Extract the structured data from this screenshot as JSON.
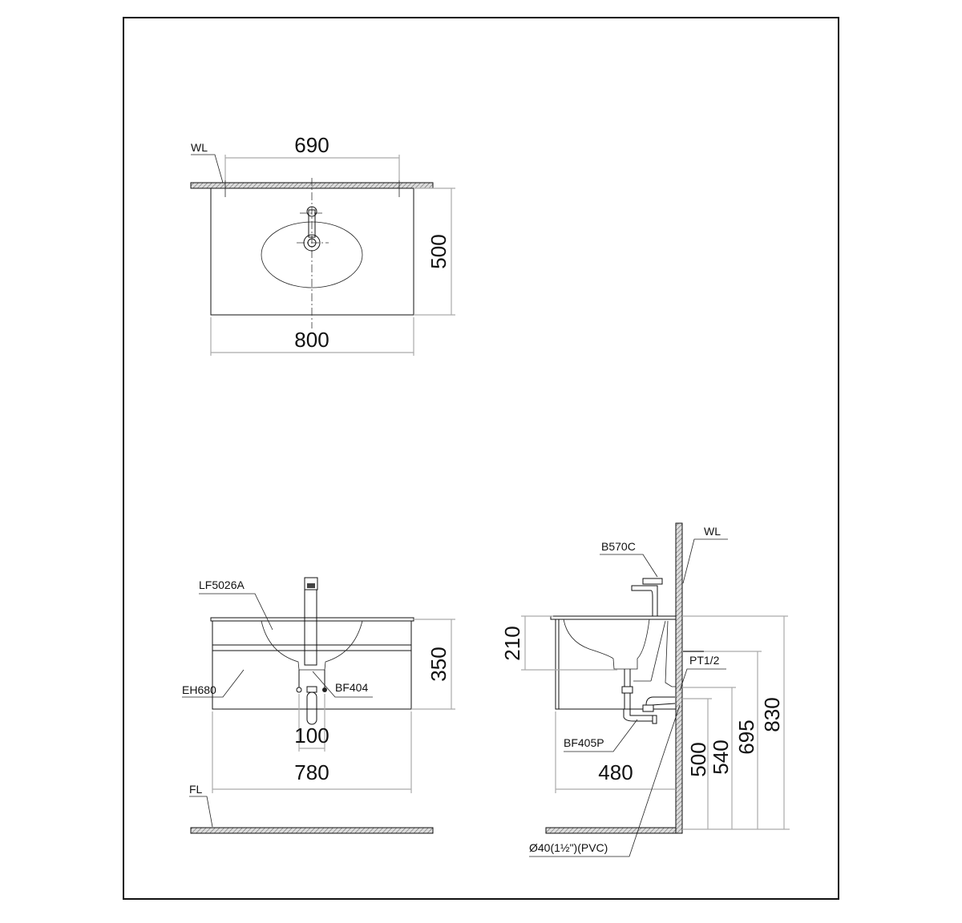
{
  "top_view": {
    "wall_label": "WL",
    "dim_bolt_spacing": "690",
    "dim_depth": "500",
    "dim_width": "800"
  },
  "front_view": {
    "basin_label": "LF5026A",
    "cabinet_label": "EH680",
    "drain_label": "BF404",
    "dim_height": "350",
    "dim_pipe_spacing": "100",
    "dim_width": "780",
    "floor_label": "FL"
  },
  "side_view": {
    "faucet_label": "B570C",
    "wall_label": "WL",
    "supply_label": "PT1/2",
    "trap_label": "BF405P",
    "drain_pipe_label": "Ø40(1½\")(PVC)",
    "dim_basin_depth": "210",
    "dim_depth": "480",
    "dim_500": "500",
    "dim_540": "540",
    "dim_695": "695",
    "dim_830": "830"
  }
}
